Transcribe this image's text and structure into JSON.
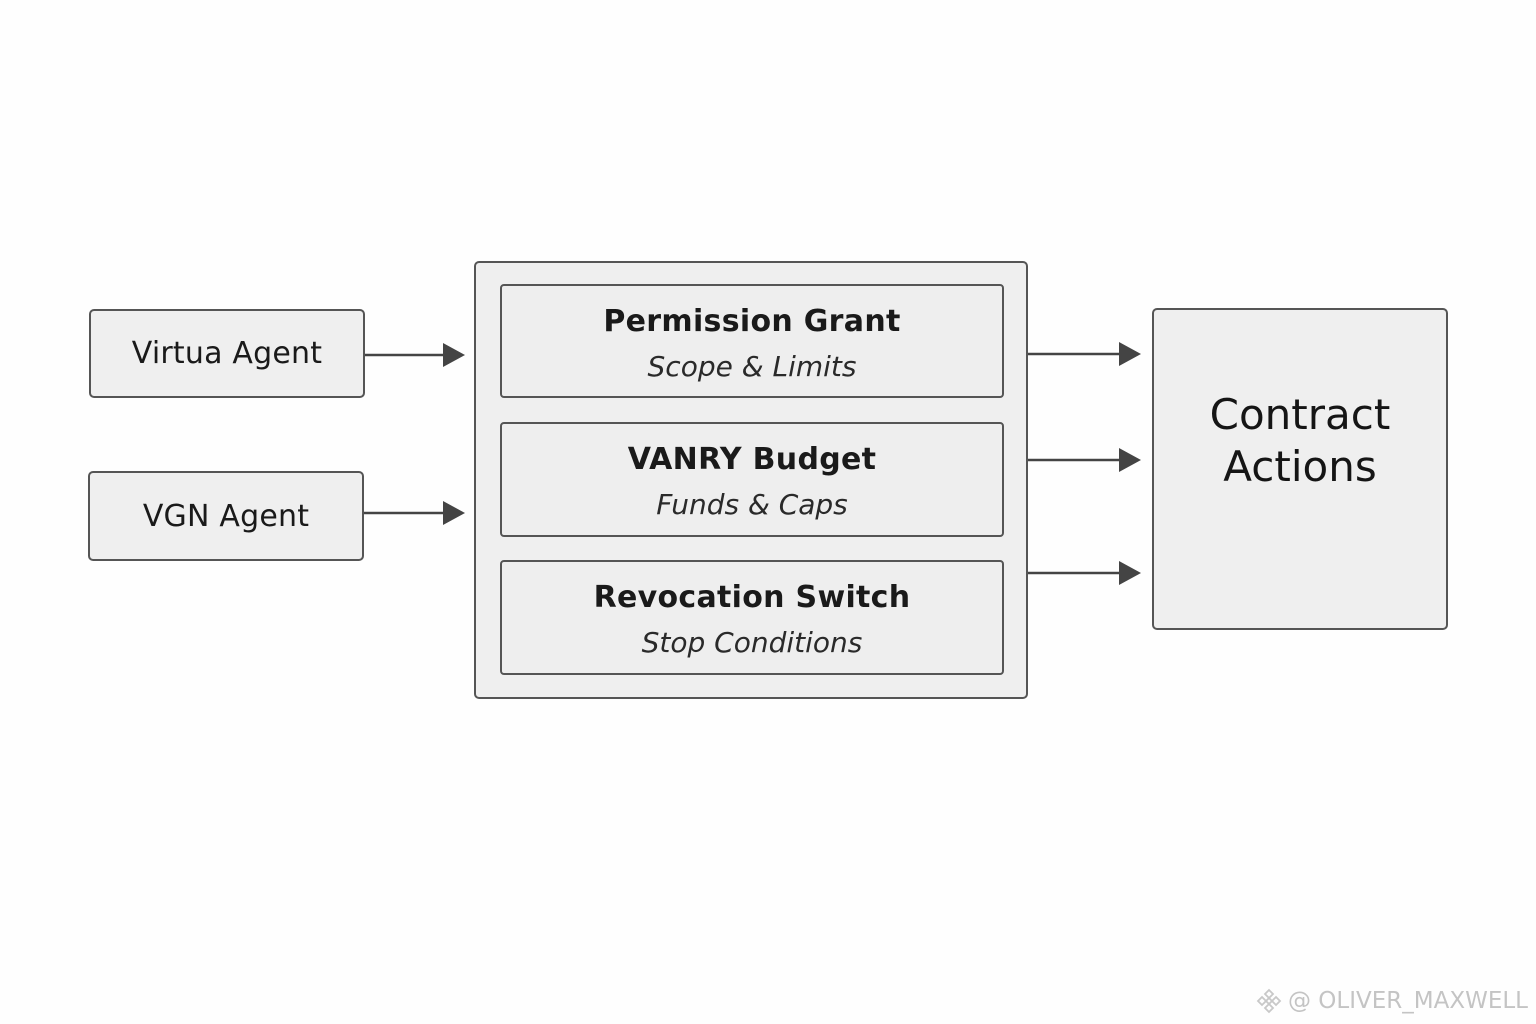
{
  "agents": [
    {
      "label": "Virtua Agent"
    },
    {
      "label": "VGN Agent"
    }
  ],
  "control_panel": {
    "modules": [
      {
        "title": "Permission Grant",
        "subtitle": "Scope & Limits"
      },
      {
        "title": "VANRY Budget",
        "subtitle": "Funds & Caps"
      },
      {
        "title": "Revocation Switch",
        "subtitle": "Stop Conditions"
      }
    ]
  },
  "target": {
    "label_line1": "Contract",
    "label_line2": "Actions"
  },
  "watermark": {
    "text": "@ OLIVER_MAXWELL"
  },
  "colors": {
    "box_fill": "#efefef",
    "box_border": "#555555",
    "arrow": "#444444",
    "background": "#fefefe"
  }
}
